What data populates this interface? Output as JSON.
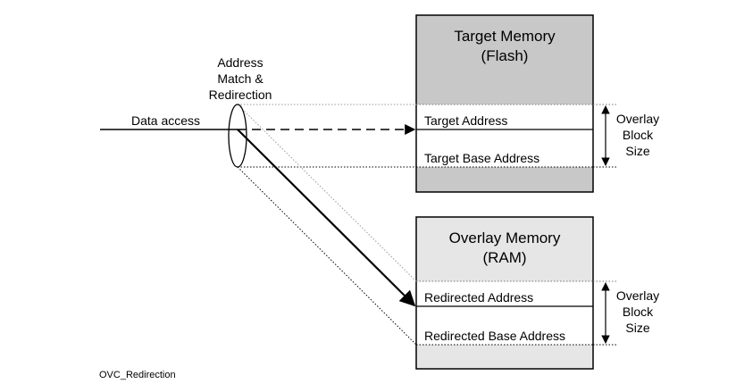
{
  "diagram": {
    "id_label": "OVC_Redirection",
    "match": {
      "lines": [
        "Address",
        "Match &",
        "Redirection"
      ]
    },
    "data_access_label": "Data access",
    "target_memory": {
      "title_lines": [
        "Target Memory",
        "(Flash)"
      ],
      "address_label": "Target Address",
      "base_label": "Target Base Address",
      "header_color": "#c8c8c8",
      "footer_color": "#c8c8c8"
    },
    "overlay_memory": {
      "title_lines": [
        "Overlay Memory",
        "(RAM)"
      ],
      "address_label": "Redirected Address",
      "base_label": "Redirected Base Address",
      "header_color": "#e6e6e6",
      "footer_color": "#e6e6e6"
    },
    "block_size_top": {
      "lines": [
        "Overlay",
        "Block",
        "Size"
      ]
    },
    "block_size_bottom": {
      "lines": [
        "Overlay",
        "Block",
        "Size"
      ]
    }
  }
}
